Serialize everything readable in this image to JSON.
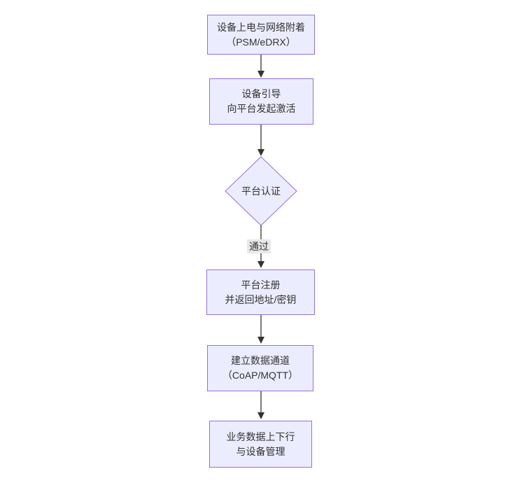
{
  "diagram": {
    "type": "flowchart",
    "direction": "top-down",
    "colors": {
      "background": "#ffffff",
      "node_fill": "#ECECFF",
      "node_border": "#9370DB",
      "text_color": "#333333",
      "arrow_color": "#333333",
      "edge_label_bg": "#e8e8e8"
    },
    "nodes": [
      {
        "id": "power-on-attach",
        "type": "rect",
        "lines": [
          "设备上电与网络附着",
          "（PSM/eDRX）"
        ]
      },
      {
        "id": "bootstrap",
        "type": "rect",
        "lines": [
          "设备引导",
          "向平台发起激活"
        ]
      },
      {
        "id": "platform-auth",
        "type": "diamond",
        "lines": [
          "平台认证"
        ]
      },
      {
        "id": "platform-register",
        "type": "rect",
        "lines": [
          "平台注册",
          "并返回地址/密钥"
        ]
      },
      {
        "id": "data-channel",
        "type": "rect",
        "lines": [
          "建立数据通道",
          "（CoAP/MQTT）"
        ]
      },
      {
        "id": "business-data",
        "type": "rect",
        "lines": [
          "业务数据上下行",
          "与设备管理"
        ]
      }
    ],
    "edges": [
      {
        "from": "power-on-attach",
        "to": "bootstrap",
        "label": ""
      },
      {
        "from": "bootstrap",
        "to": "platform-auth",
        "label": ""
      },
      {
        "from": "platform-auth",
        "to": "platform-register",
        "label": "通过"
      },
      {
        "from": "platform-register",
        "to": "data-channel",
        "label": ""
      },
      {
        "from": "data-channel",
        "to": "business-data",
        "label": ""
      }
    ]
  }
}
